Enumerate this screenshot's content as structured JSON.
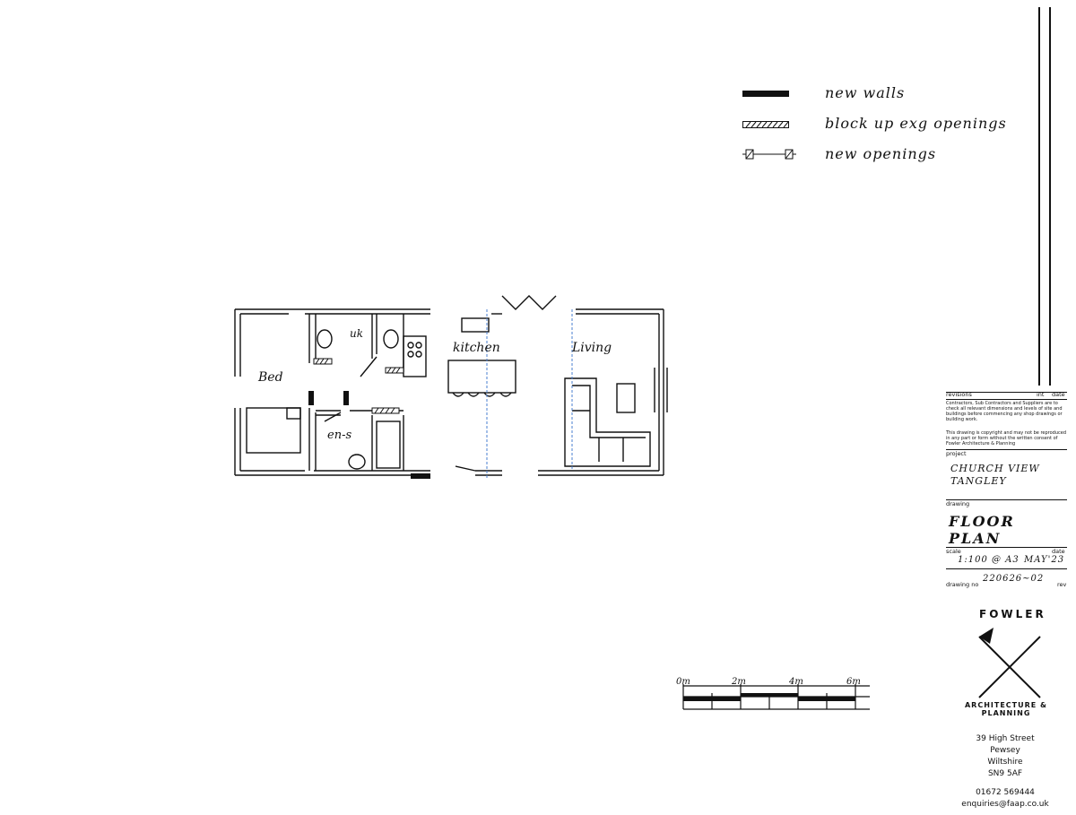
{
  "legend": {
    "new_walls": "new walls",
    "block_up": "block up exg openings",
    "new_openings": "new openings"
  },
  "rooms": {
    "bed": "Bed",
    "uk": "uk",
    "kitchen": "kitchen",
    "living": "Living",
    "ens": "en-s"
  },
  "scale_bar": {
    "ticks": [
      "0m",
      "2m",
      "4m",
      "6m"
    ]
  },
  "title_block": {
    "revisions_label": "revisions",
    "int_label": "int",
    "date_label": "date",
    "note1": "Contractors, Sub Contractors and Suppliers are to check all relevant dimensions and levels of site and buildings before commencing any shop drawings or building work.",
    "note2": "This drawing is copyright and may not be reproduced in any part or form without the written consent of Fowler Architecture & Planning",
    "project_label": "project",
    "project_line1": "CHURCH VIEW",
    "project_line2": "TANGLEY",
    "drawing_label": "drawing",
    "drawing_title": "FLOOR PLAN",
    "scale_label": "scale",
    "scale_value": "1:100 @ A3",
    "date_value": "MAY'23",
    "drawing_no_label": "drawing no",
    "drawing_no_value": "220626~02",
    "rev_label": "rev"
  },
  "logo": {
    "top": "FOWLER",
    "bottom": "ARCHITECTURE & PLANNING"
  },
  "address": {
    "line1": "39 High Street",
    "line2": "Pewsey",
    "line3": "Wiltshire",
    "line4": "SN9 5AF",
    "phone": "01672 569444",
    "email": "enquiries@faap.co.uk"
  }
}
